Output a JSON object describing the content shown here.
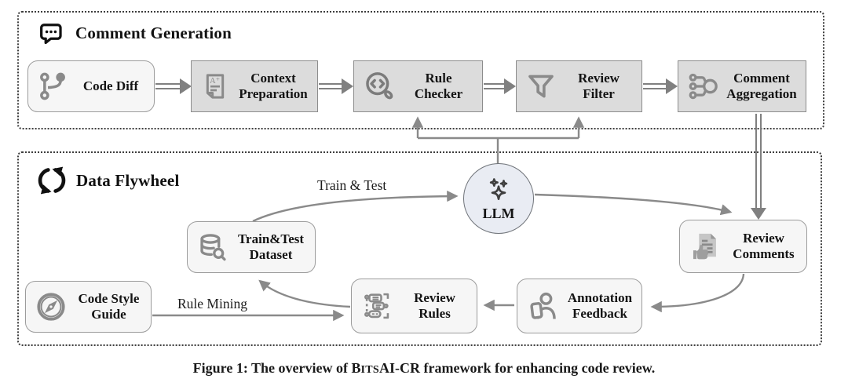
{
  "colors": {
    "arrow_gray": "#8a8a8a",
    "gray_node_fill": "#dcdcdc",
    "gray_node_border": "#8c8c8c",
    "light_node_fill": "#f6f6f6",
    "light_node_border": "#9c9c9c",
    "llm_fill": "#e9ecf3",
    "dashed_border": "#3d3d3d",
    "icon_gray": "#8a8a8a",
    "header_black": "#111111"
  },
  "comment_generation": {
    "title": "Comment Generation",
    "title_icon": "chat-bubble-icon",
    "nodes": [
      {
        "label": "Code Diff",
        "icon": "git-branch-icon"
      },
      {
        "label": "Context Preparation",
        "icon": "document-aplus-icon"
      },
      {
        "label": "Rule Checker",
        "icon": "code-magnifier-icon"
      },
      {
        "label": "Review Filter",
        "icon": "funnel-icon"
      },
      {
        "label": "Comment Aggregation",
        "icon": "aggregation-nodes-icon"
      }
    ]
  },
  "data_flywheel": {
    "title": "Data Flywheel",
    "title_icon": "cycle-arrows-icon",
    "llm": {
      "label": "LLM",
      "icon": "sparkles-icon"
    },
    "nodes": [
      {
        "label": "Train&Test Dataset",
        "icon": "database-search-icon"
      },
      {
        "label": "Code Style Guide",
        "icon": "compass-icon"
      },
      {
        "label": "Review Rules",
        "icon": "rules-chat-icon"
      },
      {
        "label": "Annotation Feedback",
        "icon": "person-tablet-icon"
      },
      {
        "label": "Review Comments",
        "icon": "document-thumbs-up-icon"
      }
    ],
    "edge_labels": {
      "train_test": "Train & Test",
      "rule_mining": "Rule Mining"
    }
  },
  "caption": {
    "prefix": "Figure 1: The overview of ",
    "brand_initial": "B",
    "brand_smallcaps": "ITS",
    "brand_suffix": "AI-CR",
    "rest": " framework for enhancing code review."
  }
}
